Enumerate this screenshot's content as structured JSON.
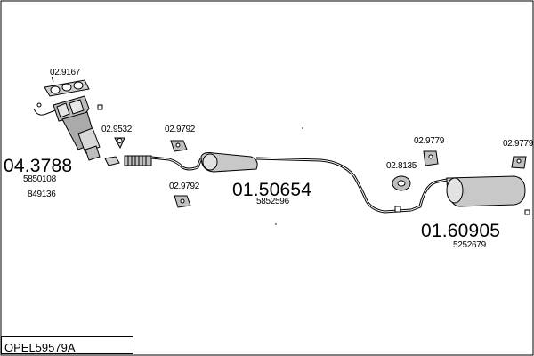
{
  "assembly_code": "OPEL59579A",
  "parts": {
    "manifold_catalyst": {
      "number": "04.3788",
      "oe_1": "5850108",
      "oe_2": "849136"
    },
    "middle_silencer": {
      "number": "01.50654",
      "oe": "5852596"
    },
    "rear_silencer": {
      "number": "01.60905",
      "oe": "5252679"
    }
  },
  "accessories": {
    "gasket_manifold": "02.9167",
    "gasket_flange": "02.9532",
    "rubber_mount_front": "02.9792",
    "rubber_mount_lower": "02.9792",
    "rubber_ring_middle": "02.8135",
    "hanger_rear_left": "02.9779",
    "hanger_rear_right": "02.9779"
  },
  "colors": {
    "line": "#000000",
    "part_fill": "#c8c8c8",
    "background": "#ffffff"
  }
}
